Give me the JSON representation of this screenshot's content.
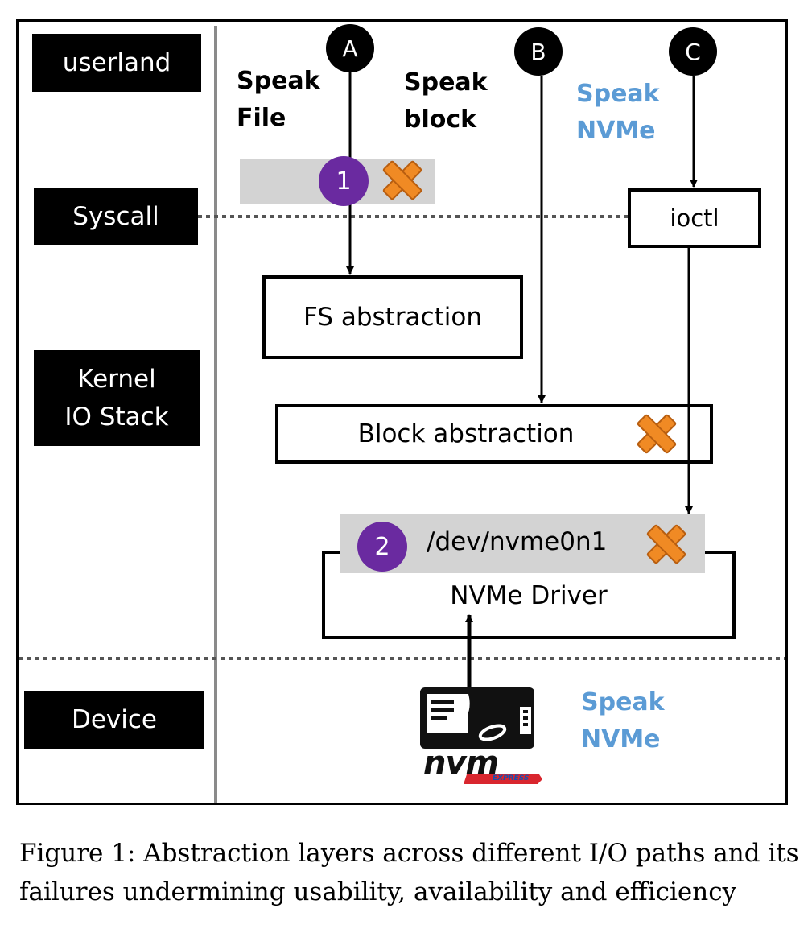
{
  "layers": {
    "userland": "userland",
    "syscall": "Syscall",
    "kernel": "Kernel\nIO Stack",
    "device": "Device"
  },
  "paths": {
    "a": {
      "letter": "A",
      "speak": "Speak\nFile"
    },
    "b": {
      "letter": "B",
      "speak": "Speak\nblock"
    },
    "c": {
      "letter": "C",
      "speak": "Speak\nNVMe"
    }
  },
  "markers": {
    "one": "1",
    "two": "2"
  },
  "boxes": {
    "ioctl": "ioctl",
    "fs": "FS abstraction",
    "block": "Block abstraction",
    "dev": "/dev/nvme0n1",
    "driver": "NVMe Driver"
  },
  "device": {
    "speak": "Speak\nNVMe",
    "logo_text": "nvm",
    "logo_subtext": "EXPRESS"
  },
  "caption": "Figure 1: Abstraction layers across different I/O paths and its failures undermining usability, availability and efficiency",
  "colors": {
    "accent_blue": "#5b9bd5",
    "marker_purple": "#6a2aa0",
    "failure_orange": "#f08a24",
    "highlight_grey": "#d3d3d3"
  }
}
